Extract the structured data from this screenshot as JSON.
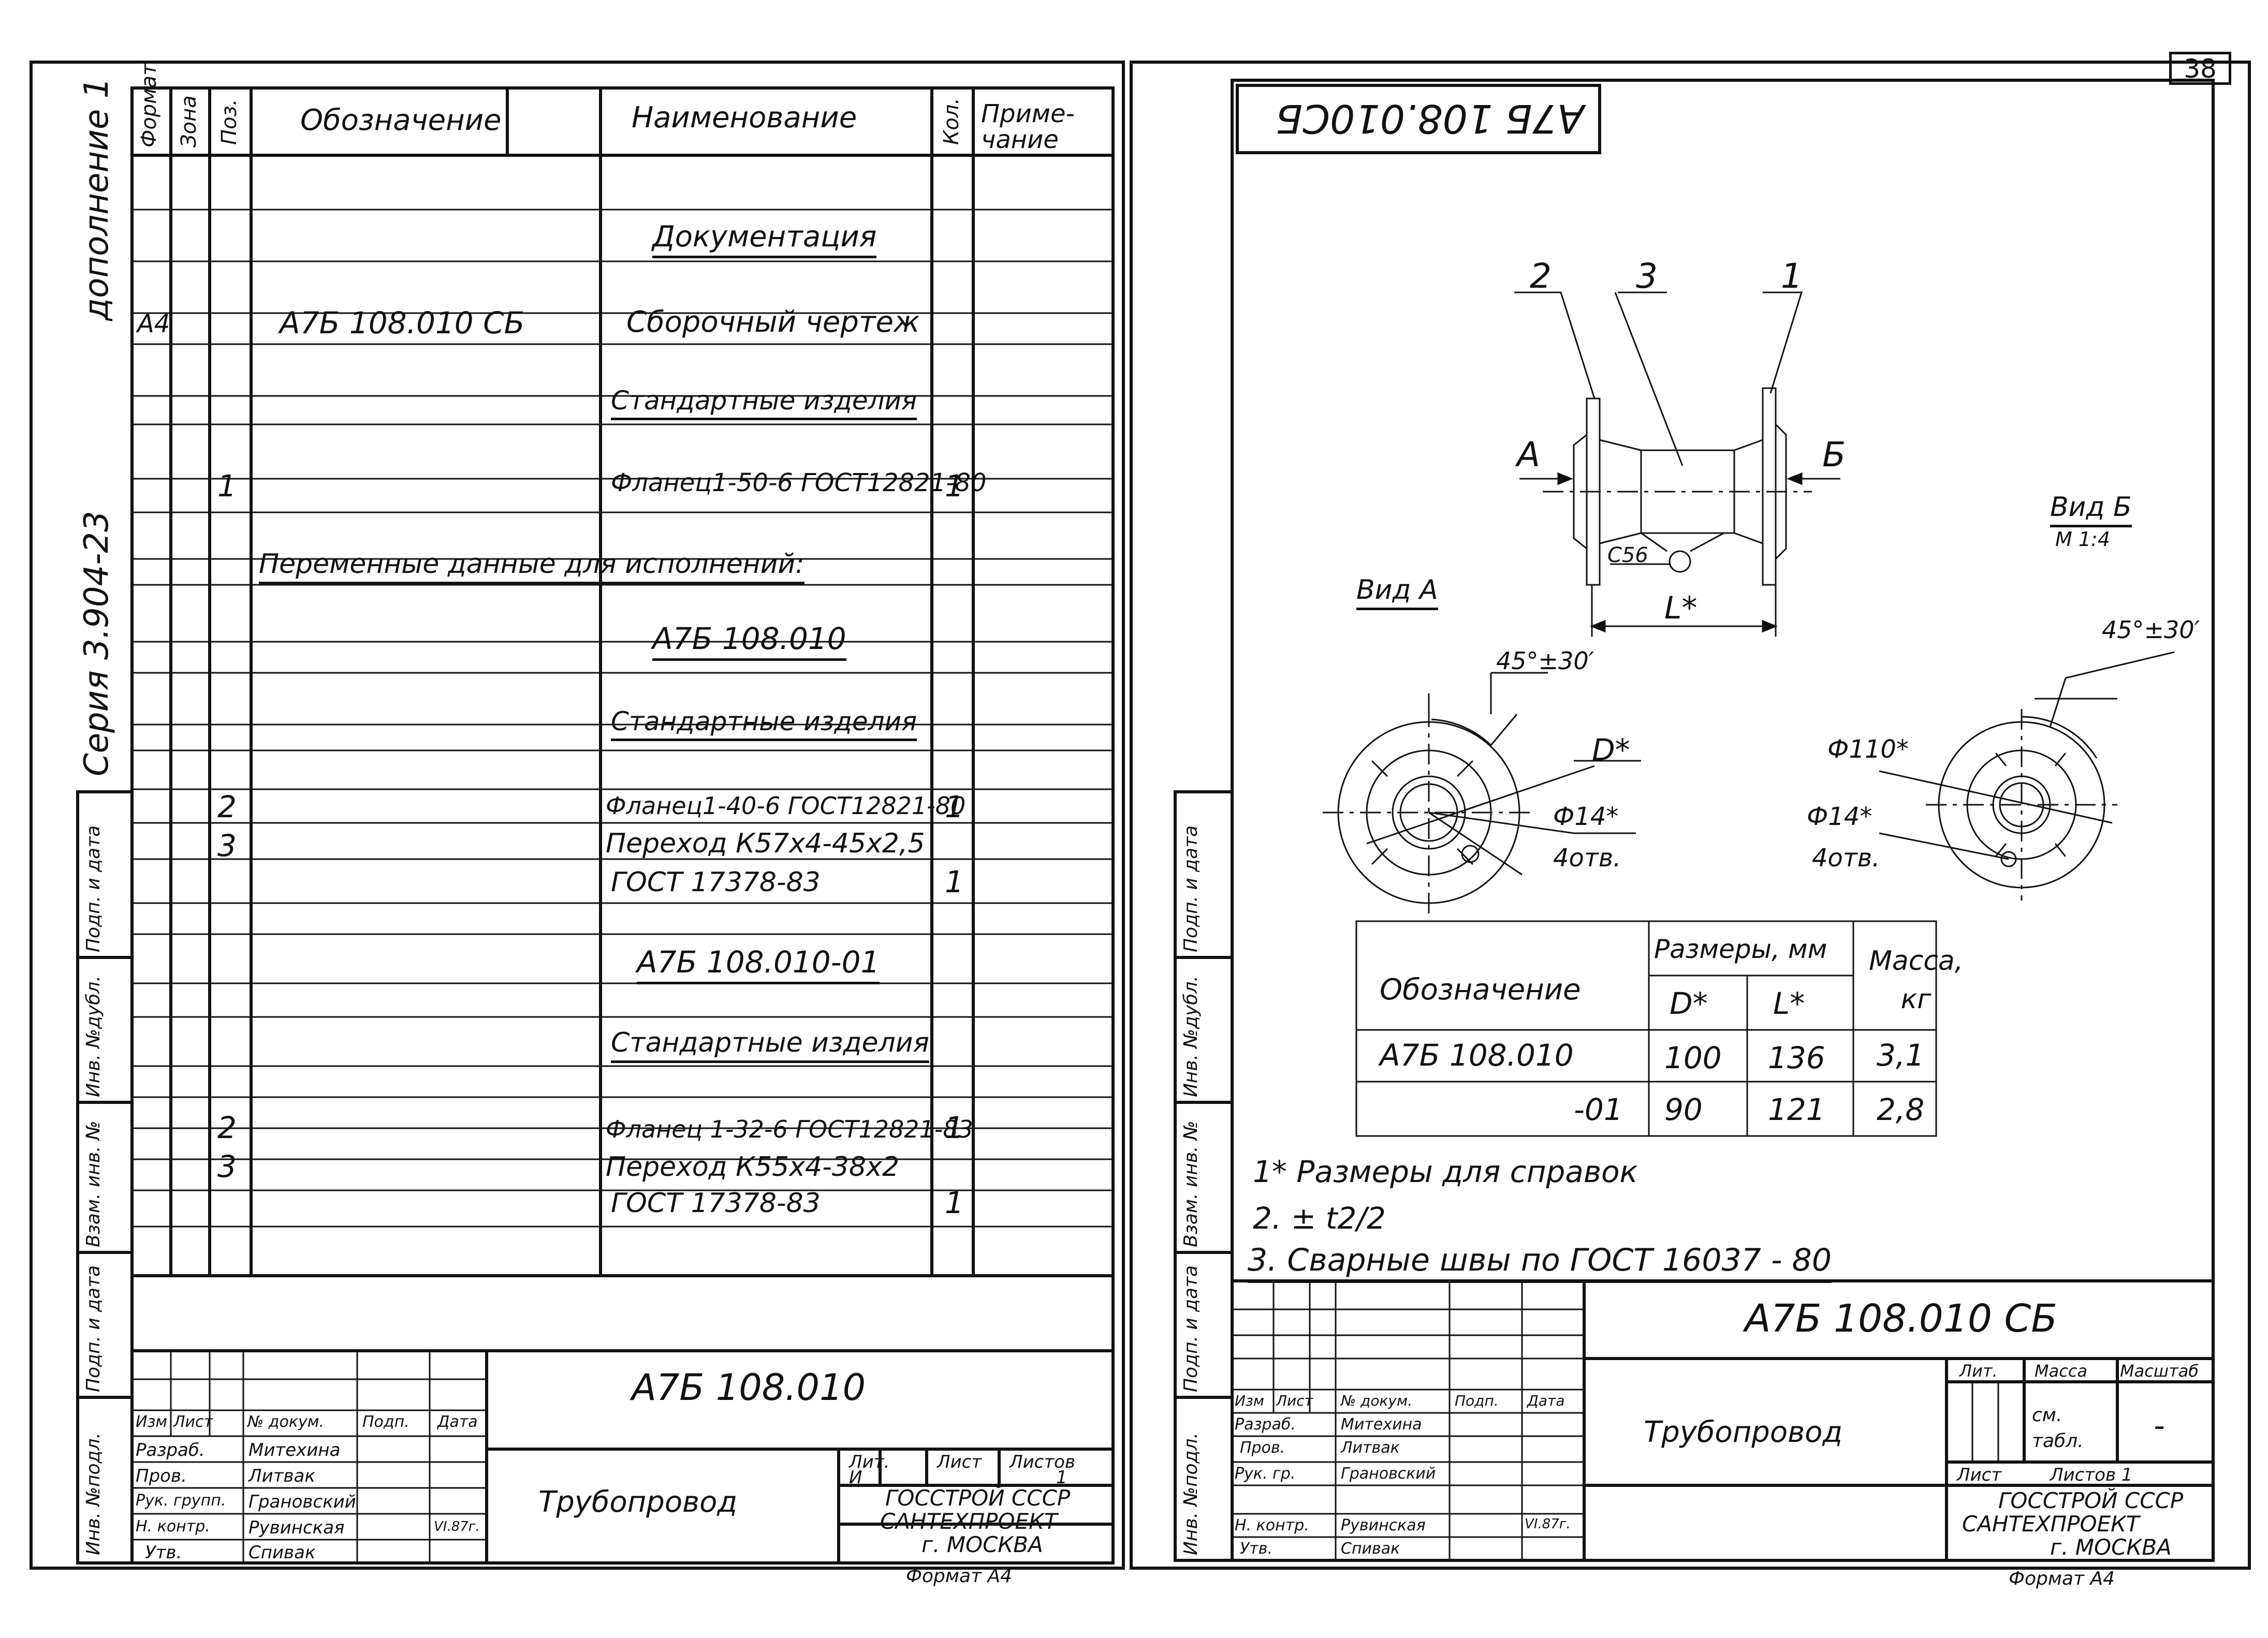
{
  "page_number": "38",
  "binding_margin": {
    "series": "Серия 3.904-23",
    "supplement": "дополнение 1"
  },
  "side_stamp": [
    "Инв. №подл.",
    "Подп. и дата",
    "Взам. инв. №",
    "Инв. №дубл.",
    "Подп. и дата"
  ],
  "spec": {
    "headers": {
      "format": "Формат",
      "zone": "Зона",
      "pos": "Поз.",
      "designation": "Обозначение",
      "name": "Наименование",
      "qty": "Кол.",
      "note": "Приме-\nчание"
    },
    "rows": [
      {
        "format": "",
        "pos": "",
        "designation": "",
        "name": "Документация",
        "qty": ""
      },
      {
        "format": "А4",
        "pos": "",
        "designation": "А7Б 108.010  СБ",
        "name": "Сборочный чертеж",
        "qty": ""
      },
      {
        "format": "",
        "pos": "",
        "designation": "",
        "name": "Стандартные изделия",
        "qty": ""
      },
      {
        "format": "",
        "pos": "1",
        "designation": "",
        "name": "Фланец1-50-6 ГОСТ12821-80",
        "qty": "1"
      },
      {
        "format": "",
        "pos": "",
        "designation": "Переменные данные для  исполнений:",
        "name": "",
        "qty": ""
      },
      {
        "format": "",
        "pos": "",
        "designation": "",
        "name": "А7Б 108.010",
        "qty": ""
      },
      {
        "format": "",
        "pos": "",
        "designation": "",
        "name": "Стандартные изделия",
        "qty": ""
      },
      {
        "format": "",
        "pos": "2",
        "designation": "",
        "name": "Фланец1-40-6 ГОСТ12821-80",
        "qty": "1"
      },
      {
        "format": "",
        "pos": "3",
        "designation": "",
        "name": "Переход К57х4-45х2,5",
        "qty": ""
      },
      {
        "format": "",
        "pos": "",
        "designation": "",
        "name": "ГОСТ 17378-83",
        "qty": "1"
      },
      {
        "format": "",
        "pos": "",
        "designation": "",
        "name": "А7Б 108.010-01",
        "qty": ""
      },
      {
        "format": "",
        "pos": "",
        "designation": "",
        "name": "Стандартные изделия",
        "qty": ""
      },
      {
        "format": "",
        "pos": "2",
        "designation": "",
        "name": "Фланец 1-32-6 ГОСТ12821-83",
        "qty": "1"
      },
      {
        "format": "",
        "pos": "3",
        "designation": "",
        "name": "Переход К55х4-38х2",
        "qty": ""
      },
      {
        "format": "",
        "pos": "",
        "designation": "",
        "name": "ГОСТ 17378-83",
        "qty": "1"
      }
    ]
  },
  "title_block_left": {
    "designation": "А7Б 108.010",
    "name": "Трубопровод",
    "col_headers": [
      "Изм",
      "Лист",
      "№ докум.",
      "Подп.",
      "Дата"
    ],
    "roles": [
      {
        "role": "Разраб.",
        "person": "Митехина",
        "date": ""
      },
      {
        "role": "Пров.",
        "person": "Литвак",
        "date": ""
      },
      {
        "role": "Рук. групп.",
        "person": "Грановский",
        "date": ""
      },
      {
        "role": "Н. контр.",
        "person": "Рувинская",
        "date": "VI.87г."
      },
      {
        "role": "Утв.",
        "person": "Спивак",
        "date": ""
      }
    ],
    "lit_label": "Лит.",
    "lit_value": "И",
    "sheet_label": "Лист",
    "sheets_label": "Листов",
    "sheets_value": "1",
    "org": [
      "ГОССТРОЙ СССР",
      "САНТЕХПРОЕКТ",
      "г. МОСКВА"
    ],
    "format": "Формат А4"
  },
  "drawing": {
    "mirror_code": "А7Б 108.010СБ",
    "leaders": {
      "p2": "2",
      "p3": "3",
      "p1": "1"
    },
    "arrow_a": "А",
    "arrow_b": "Б",
    "weld": "С56",
    "l_dim": "L*",
    "view_a": {
      "title": "Вид А",
      "angle": "45°±30′",
      "d": "D*",
      "hole": "Ф14*",
      "holes": "4отв."
    },
    "view_b": {
      "title": "Вид Б",
      "scale": "М 1:4",
      "angle": "45°±30′",
      "d": "Ф110*",
      "hole": "Ф14*",
      "holes": "4отв."
    }
  },
  "dim_table": {
    "h_designation": "Обозначение",
    "h_sizes": "Размеры, мм",
    "h_mass": "Масса,\nкг",
    "h_d": "D*",
    "h_l": "L*",
    "rows": [
      {
        "designation": "А7Б 108.010",
        "d": "100",
        "l": "136",
        "mass": "3,1"
      },
      {
        "designation": "-01",
        "d": "90",
        "l": "121",
        "mass": "2,8"
      }
    ]
  },
  "notes": [
    "1* Размеры  для  справок",
    "2. ± t2/2",
    "3. Сварные    швы   по   ГОСТ 16037 - 80"
  ],
  "title_block_right": {
    "designation": "А7Б 108.010 СБ",
    "name": "Трубопровод",
    "col_headers": [
      "Изм",
      "Лист",
      "№ докум.",
      "Подп.",
      "Дата"
    ],
    "roles": [
      {
        "role": "Разраб.",
        "person": "Митехина",
        "date": ""
      },
      {
        "role": "Пров.",
        "person": "Литвак",
        "date": ""
      },
      {
        "role": "Рук. гр.",
        "person": "Грановский",
        "date": ""
      },
      {
        "role": "Н. контр.",
        "person": "Рувинская",
        "date": "VI.87г."
      },
      {
        "role": "Утв.",
        "person": "Спивак",
        "date": ""
      }
    ],
    "lit_label": "Лит.",
    "mass_label": "Масса",
    "scale_label": "Масштаб",
    "mass_value": "см. табл.",
    "scale_value": "-",
    "sheet_label": "Лист",
    "sheets_label": "Листов 1",
    "org": [
      "ГОССТРОЙ СССР",
      "САНТЕХПРОЕКТ",
      "г. МОСКВА"
    ],
    "format": "Формат А4"
  }
}
